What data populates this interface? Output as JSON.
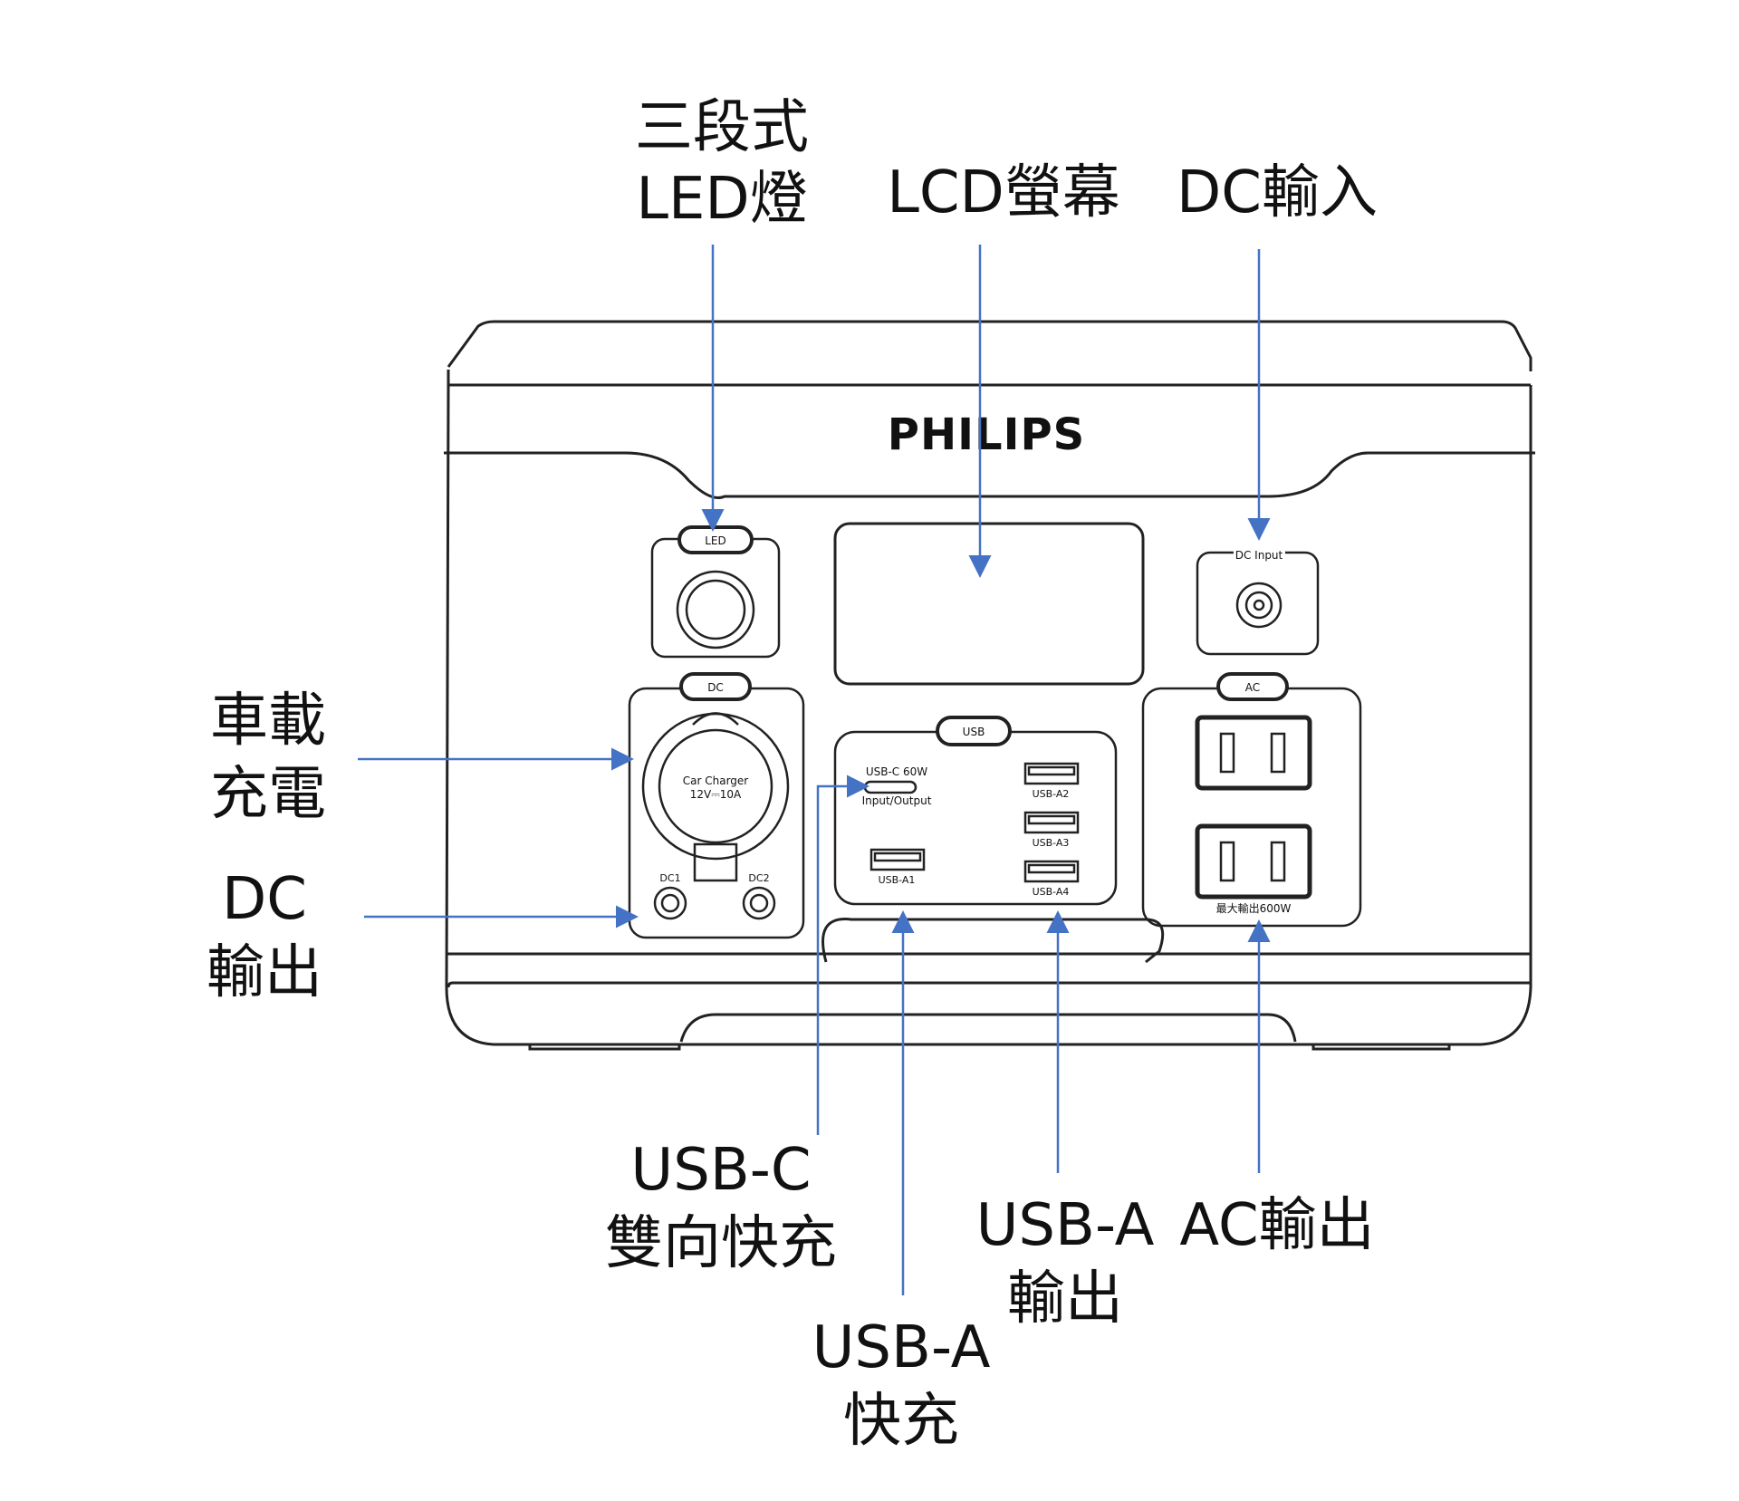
{
  "callouts": {
    "led": {
      "line1": "三段式",
      "line2": "LED燈"
    },
    "lcd": {
      "line1": "LCD螢幕"
    },
    "dc_input": {
      "line1": "DC輸入"
    },
    "car_charging": {
      "line1": "車載",
      "line2": "充電"
    },
    "dc_output": {
      "line1": "DC",
      "line2": "輸出"
    },
    "usb_c": {
      "line1": "USB-C",
      "line2": "雙向快充"
    },
    "usb_a_fast": {
      "line1": "USB-A",
      "line2": "快充"
    },
    "usb_a_output": {
      "line1": "USB-A",
      "line2": "輸出"
    },
    "ac_output": {
      "line1": "AC輸出"
    }
  },
  "device": {
    "brand": "PHILIPS",
    "led_button": "LED",
    "dc_button": "DC",
    "usb_button": "USB",
    "ac_button": "AC",
    "dc_input_label": "DC Input",
    "car_charger_line1": "Car Charger",
    "car_charger_line2": "12V⎓10A",
    "dc1": "DC1",
    "dc2": "DC2",
    "usb_c_label": "USB-C 60W",
    "usb_c_sub": "Input/Output",
    "usb_a1": "USB-A1",
    "usb_a2": "USB-A2",
    "usb_a3": "USB-A3",
    "usb_a4": "USB-A4",
    "ac_max": "最大輸出600W"
  },
  "colors": {
    "arrow": "#4472c4",
    "outline": "#222222"
  }
}
